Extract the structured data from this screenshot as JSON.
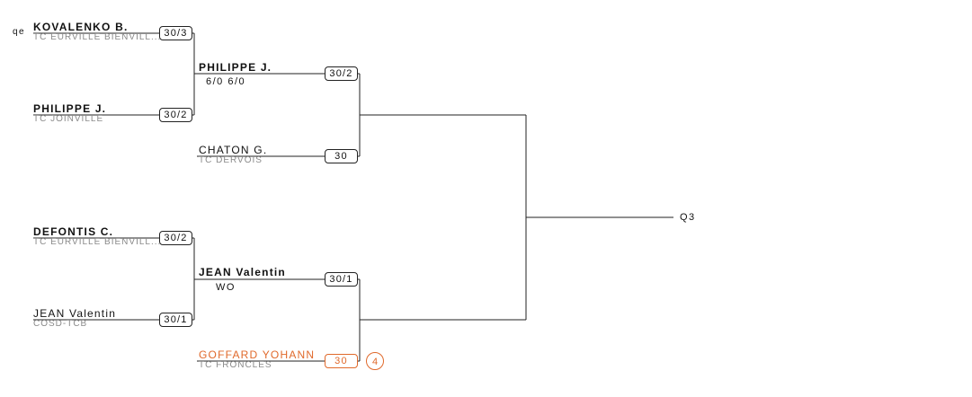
{
  "bracket": {
    "entries": [
      {
        "prefix": "qe",
        "name": "KOVALENKO B.",
        "club": "TC EURVILLE BIENVILL...",
        "rank": "30/3"
      },
      {
        "prefix": "",
        "name": "PHILIPPE J.",
        "club": "TC JOINVILLE",
        "rank": "30/2"
      },
      {
        "prefix": "",
        "name": "DEFONTIS C.",
        "club": "TC EURVILLE BIENVILL...",
        "rank": "30/2"
      },
      {
        "prefix": "",
        "name": "JEAN Valentin",
        "club": "COSD-TCB",
        "rank": "30/1"
      }
    ],
    "round2": [
      {
        "name": "PHILIPPE J.",
        "score": "6/0 6/0",
        "rank": "30/2"
      },
      {
        "name": "CHATON G.",
        "club": "TC DERVOIS",
        "rank": "30"
      },
      {
        "name": "JEAN Valentin",
        "score": "WO",
        "rank": "30/1"
      },
      {
        "name": "GOFFARD YOHANN",
        "club": "TC FRONCLES",
        "rank": "30",
        "seed": "4",
        "highlight": true
      }
    ],
    "qualifier": "Q3",
    "accent_color": "#e0692b"
  }
}
